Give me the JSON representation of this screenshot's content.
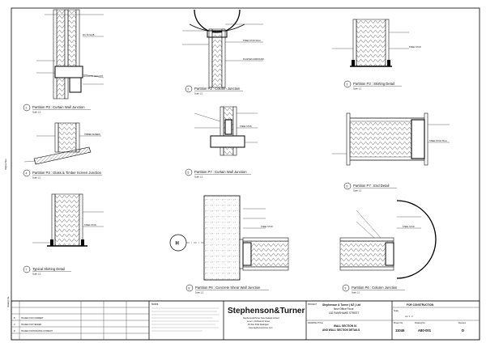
{
  "sheet": {
    "details": [
      {
        "id": "d1",
        "number": "1",
        "title": "Partition P3 : Curtain Wall Junction",
        "scale": "Scale 1:2"
      },
      {
        "id": "d2",
        "number": "2",
        "title": "Partition P3 : Column Junction",
        "scale": "Scale 1:2"
      },
      {
        "id": "d3",
        "number": "3",
        "title": "Partition P3 : Skirting Detail",
        "scale": "Scale 1:2"
      },
      {
        "id": "d4",
        "number": "4",
        "title": "Partition P3 : Glass & Timber Screen Junction",
        "scale": "Scale 1:2"
      },
      {
        "id": "d5",
        "number": "5",
        "title": "Partition P7 : Curtain Wall Junction",
        "scale": "Scale 1:2"
      },
      {
        "id": "d6",
        "number": "6",
        "title": "Partition P7 : End Detail",
        "scale": "Scale 1:2"
      },
      {
        "id": "d7",
        "number": "7",
        "title": "Typical Skirting Detail",
        "scale": "Scale 1:2"
      },
      {
        "id": "d8",
        "number": "8",
        "title": "Partition P6 : Concrete Shear Wall Junction",
        "scale": "Scale 1:2"
      },
      {
        "id": "d9",
        "number": "9",
        "title": "Partition P6 : Column Junction",
        "scale": "Scale 1:2"
      }
    ],
    "grid_bubble": "H",
    "status_banner": "FOR CONSTRUCTION",
    "firm": {
      "logo": "Stephenson&Turner",
      "address_lines": [
        "Stephenson&Turner New Zealand Limited",
        "Level 1, 49 Boulcott Street",
        "PO Box 3942 Wellington",
        "www.stephensonturner.com"
      ]
    },
    "project": {
      "label": "PROJECT",
      "lines": [
        "Stephenson & Turner ( NZ ) Ltd",
        "New Office Fitout",
        "152 FANSHAWE STREET"
      ]
    },
    "drawing": {
      "label": "DRAWING TITLE",
      "lines": [
        "WALL SECTION 01",
        "AND WALL SECTION DETAILS"
      ]
    },
    "meta": {
      "project_no_label": "Project No.",
      "drawing_no_label": "Drawing No.",
      "revision_label": "Revision",
      "scale_label": "Scale",
      "scale_value": "A1 / 1 : 2",
      "project_no": "11046",
      "drawing_no": "A80-001",
      "revision": "D"
    },
    "revisions": [
      {
        "rev": "D",
        "desc": "ISSUED FOR BUILDING CONSENT"
      },
      {
        "rev": "C",
        "desc": "ISSUED FOR TENDER"
      },
      {
        "rev": "B",
        "desc": "ISSUED FOR COMMENT"
      }
    ],
    "notes_heading": "Notes",
    "margin_labels": [
      "Original Size",
      "Drawing File"
    ]
  }
}
